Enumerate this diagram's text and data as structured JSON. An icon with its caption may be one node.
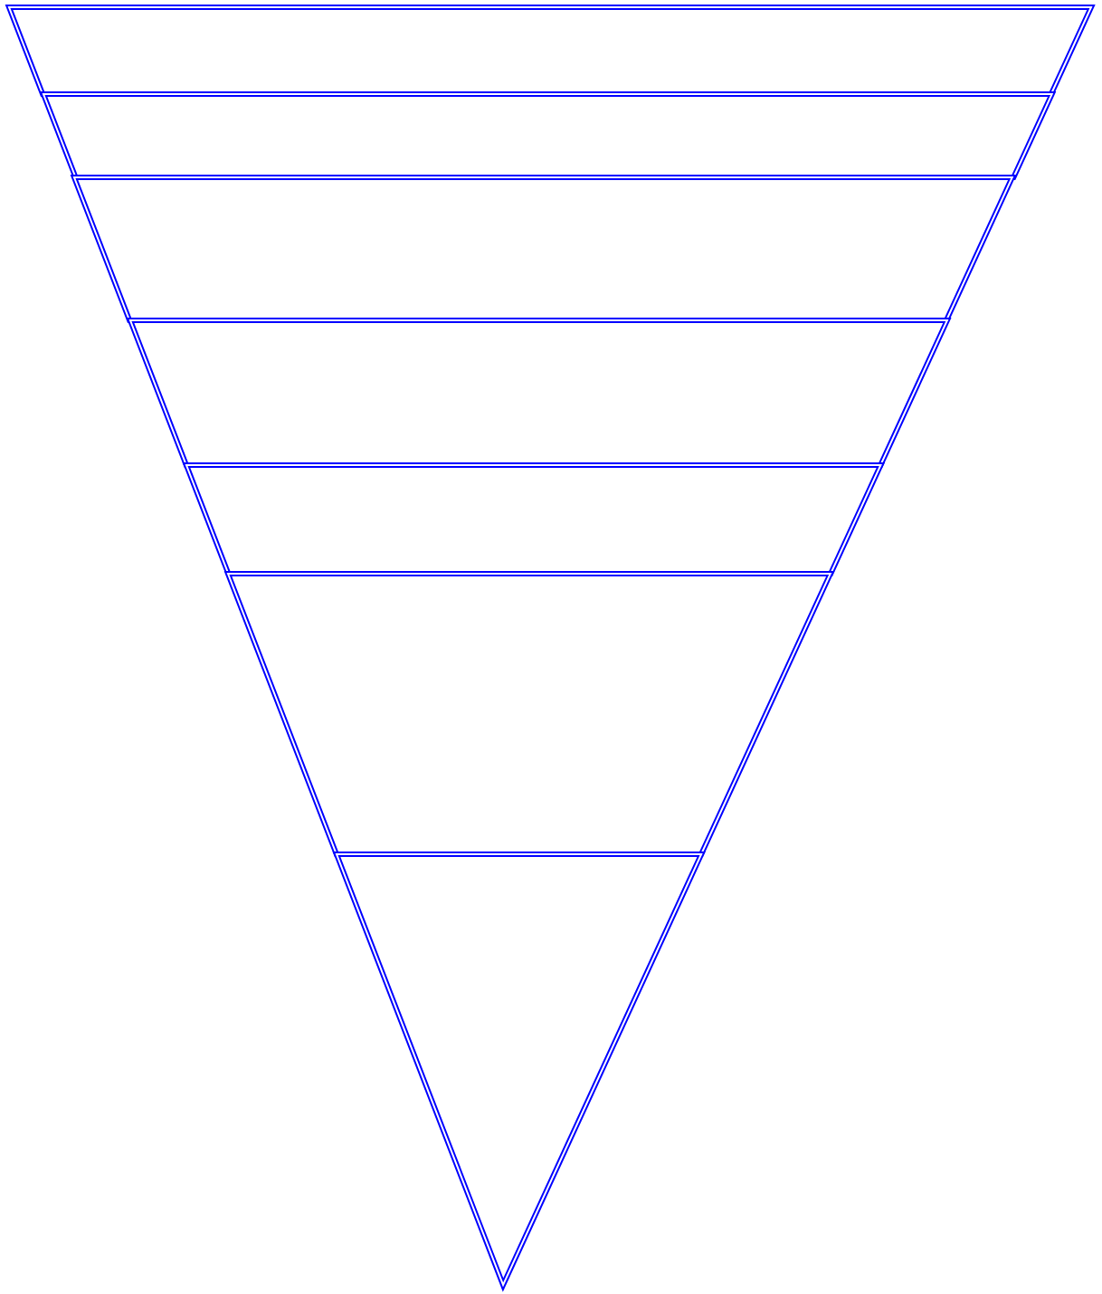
{
  "diagram": {
    "nodes": [
      {
        "text": [],
        "shape": "trapezoid"
      },
      {
        "text": [],
        "shape": "trapezoid"
      },
      {
        "text": [],
        "shape": "trapezoid"
      },
      {
        "text": [],
        "shape": "trapezoid"
      },
      {
        "text": [],
        "shape": "trapezoid"
      },
      {
        "text": [],
        "shape": "trapezoid"
      },
      {
        "text": [],
        "shape": "triangle"
      }
    ]
  }
}
